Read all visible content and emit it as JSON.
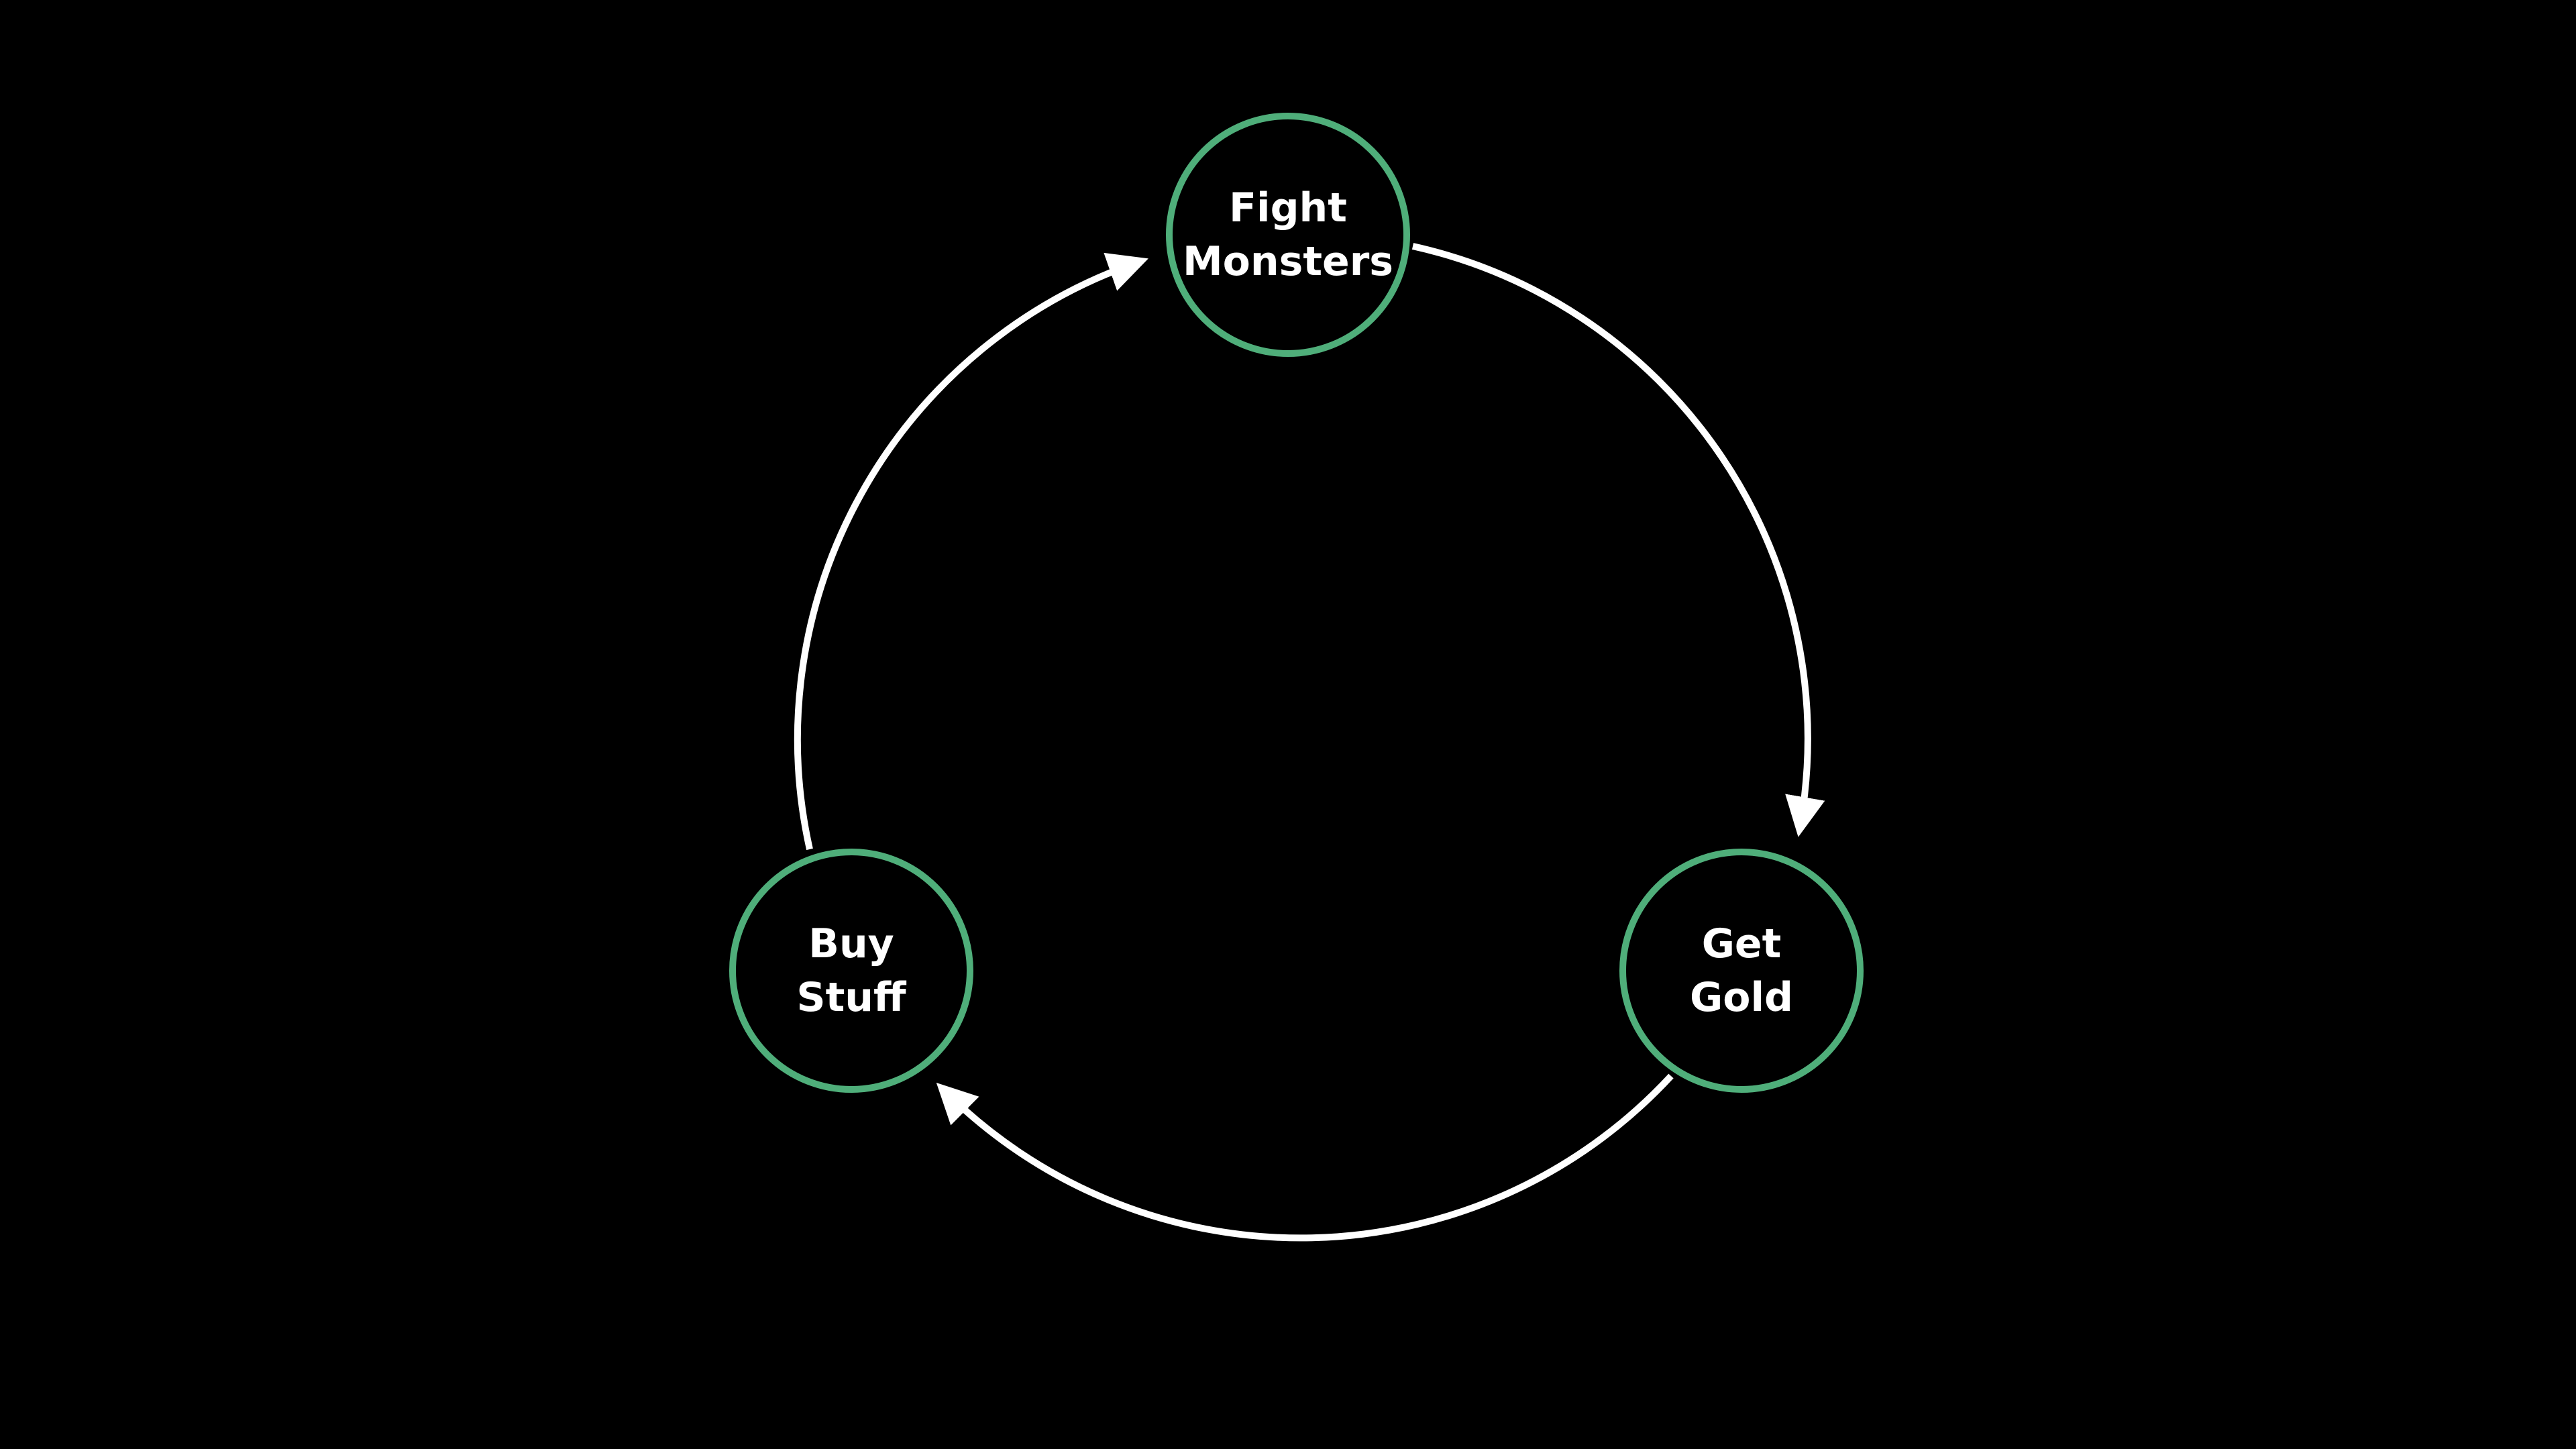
{
  "diagram": {
    "type": "cycle",
    "node_color": "#4fae7a",
    "arrow_color": "#ffffff",
    "nodes": [
      {
        "line1": "Fight",
        "line2": "Monsters"
      },
      {
        "line1": "Get",
        "line2": "Gold"
      },
      {
        "line1": "Buy",
        "line2": "Stuff"
      }
    ],
    "edges": [
      {
        "from": "Fight Monsters",
        "to": "Get Gold"
      },
      {
        "from": "Get Gold",
        "to": "Buy Stuff"
      },
      {
        "from": "Buy Stuff",
        "to": "Fight Monsters"
      }
    ]
  }
}
